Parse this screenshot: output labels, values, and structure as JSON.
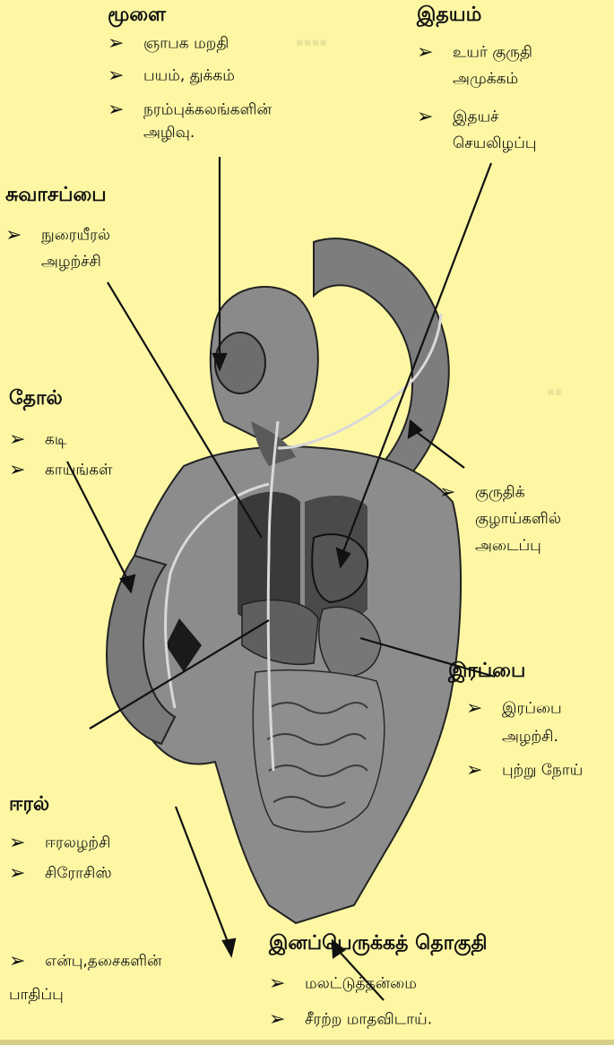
{
  "arrow_glyph": "➢",
  "brain": {
    "title": "மூளை",
    "items": [
      "ஞாபக மறதி",
      "பயம், துக்கம்",
      "நரம்புக்கலங்களின்",
      "அழிவு."
    ]
  },
  "heart": {
    "title": "இதயம்",
    "items": [
      "உயர் குருதி",
      "அமுக்கம்",
      "இதயச்",
      "செயலிழப்பு"
    ]
  },
  "lungs": {
    "title": "சுவாசப்பை",
    "items": [
      "நுரையீரல்",
      "அழற்ச்சி"
    ]
  },
  "skin": {
    "title": "தோல்",
    "items": [
      "கடி",
      "காயங்கள்"
    ]
  },
  "vessels": {
    "items": [
      "குருதிக்",
      "குழாய்களில்",
      "அடைப்பு"
    ]
  },
  "stomach": {
    "title": "இரப்பை",
    "items": [
      "இரப்பை",
      "அழற்சி.",
      "புற்று நோய்"
    ]
  },
  "liver": {
    "title": "ஈரல்",
    "items": [
      "ஈரலழற்சி",
      "சிரோசிஸ்"
    ]
  },
  "bones": {
    "items": [
      "என்பு,தசைகளின்",
      "பாதிப்பு"
    ]
  },
  "reproductive": {
    "title": "இனப்பெருக்கத் தொகுதி",
    "items": [
      "மலட்டுத்தன்மை",
      "சீரற்ற மாதவிடாய்."
    ]
  },
  "colors": {
    "background": "#fdf7a4",
    "figure_dark": "#3a3a3a",
    "figure_light": "#9a9a9a",
    "pointer_line": "#111111"
  }
}
